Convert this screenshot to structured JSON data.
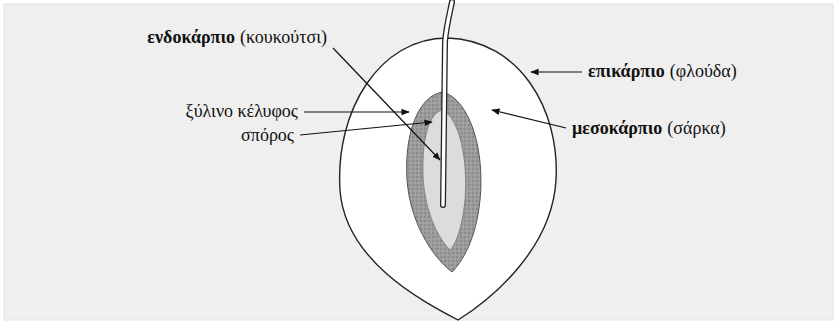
{
  "diagram": {
    "labels": [
      "ενδοκάρπιο",
      "(κουκούτσι)",
      "ξύλινο κέλυφος",
      "σπόρος",
      "επικάρπιο",
      "(φλούδα)",
      "μεσοκάρπιο",
      "(σάρκα)"
    ]
  }
}
